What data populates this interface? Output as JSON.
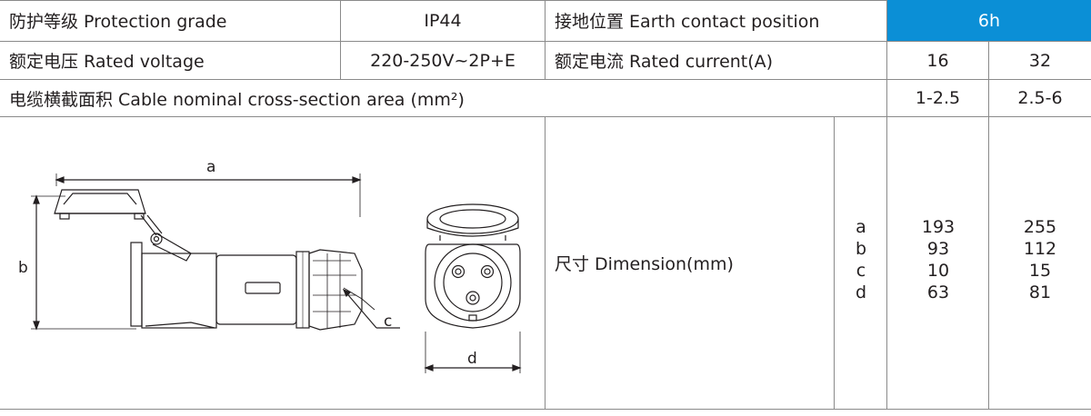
{
  "row1": {
    "protection_label": "防护等级 Protection grade",
    "protection_value": "IP44",
    "earth_label": "接地位置 Earth contact position",
    "earth_value": "6h"
  },
  "row2": {
    "voltage_label": "额定电压 Rated voltage",
    "voltage_value": "220-250V~2P+E",
    "current_label": "额定电流 Rated current(A)",
    "current_16": "16",
    "current_32": "32"
  },
  "row3": {
    "cable_label": "电缆横截面积 Cable nominal cross-section area (mm²)",
    "cable_16": "1-2.5",
    "cable_32": "2.5-6"
  },
  "dimension": {
    "label": "尺寸 Dimension(mm)",
    "letters": [
      "a",
      "b",
      "c",
      "d"
    ],
    "values_16": [
      "193",
      "93",
      "10",
      "63"
    ],
    "values_32": [
      "255",
      "112",
      "15",
      "81"
    ]
  },
  "drawing_labels": {
    "a": "a",
    "b": "b",
    "c": "c",
    "d": "d"
  },
  "colors": {
    "highlight": "#0b8fd6",
    "border": "#8a8a8a",
    "text": "#231f20"
  }
}
